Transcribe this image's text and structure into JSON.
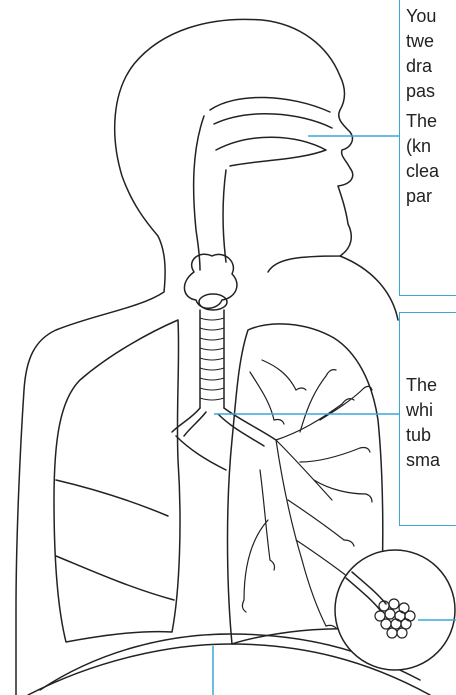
{
  "panels": {
    "top": {
      "paragraph_1": [
        "You",
        "twe",
        "dra",
        "pas"
      ],
      "paragraph_2": [
        "The",
        "(kn",
        "clea",
        "par"
      ]
    },
    "middle": {
      "paragraph_1": [
        "The",
        "whi",
        "tub",
        "sma"
      ]
    }
  },
  "colors": {
    "leader_line": "#3aa7d8",
    "outline": "#222222",
    "text": "#222222"
  }
}
